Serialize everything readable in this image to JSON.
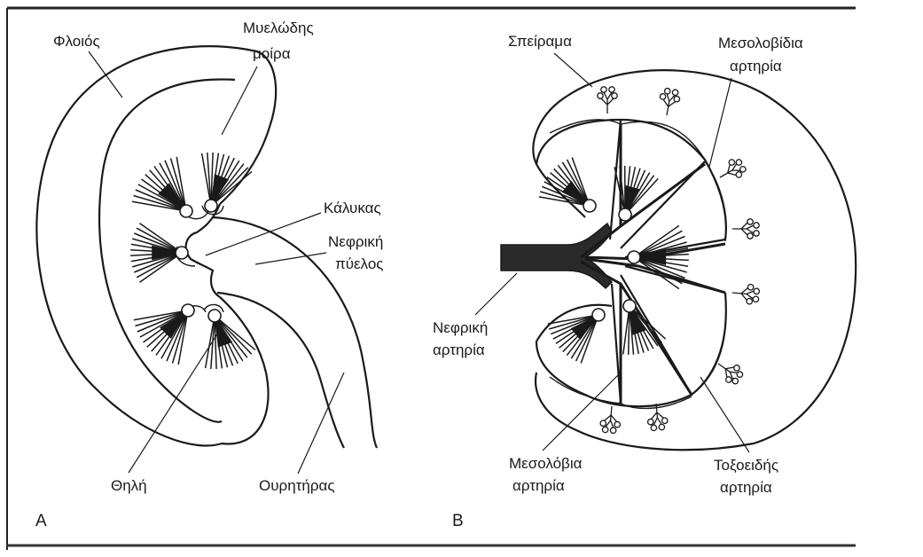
{
  "panels": [
    {
      "id": "A",
      "letter": "A",
      "labels": {
        "cortex": "Φλοιός",
        "medulla_1": "Μυελώδης",
        "medulla_2": "μοίρα",
        "calyx": "Κάλυκας",
        "pelvis_1": "Νεφρική",
        "pelvis_2": "πύελος",
        "papilla": "Θηλή",
        "ureter": "Ουρητήρας"
      }
    },
    {
      "id": "B",
      "letter": "B",
      "labels": {
        "glomerulus": "Σπείραμα",
        "interlobular_1": "Μεσολοβίδια",
        "interlobular_2": "αρτηρία",
        "renal_artery_1": "Νεφρική",
        "renal_artery_2": "αρτηρία",
        "interlobar_1": "Μεσολόβια",
        "interlobar_2": "αρτηρία",
        "arcuate_1": "Τοξοειδής",
        "arcuate_2": "αρτηρία"
      }
    }
  ]
}
